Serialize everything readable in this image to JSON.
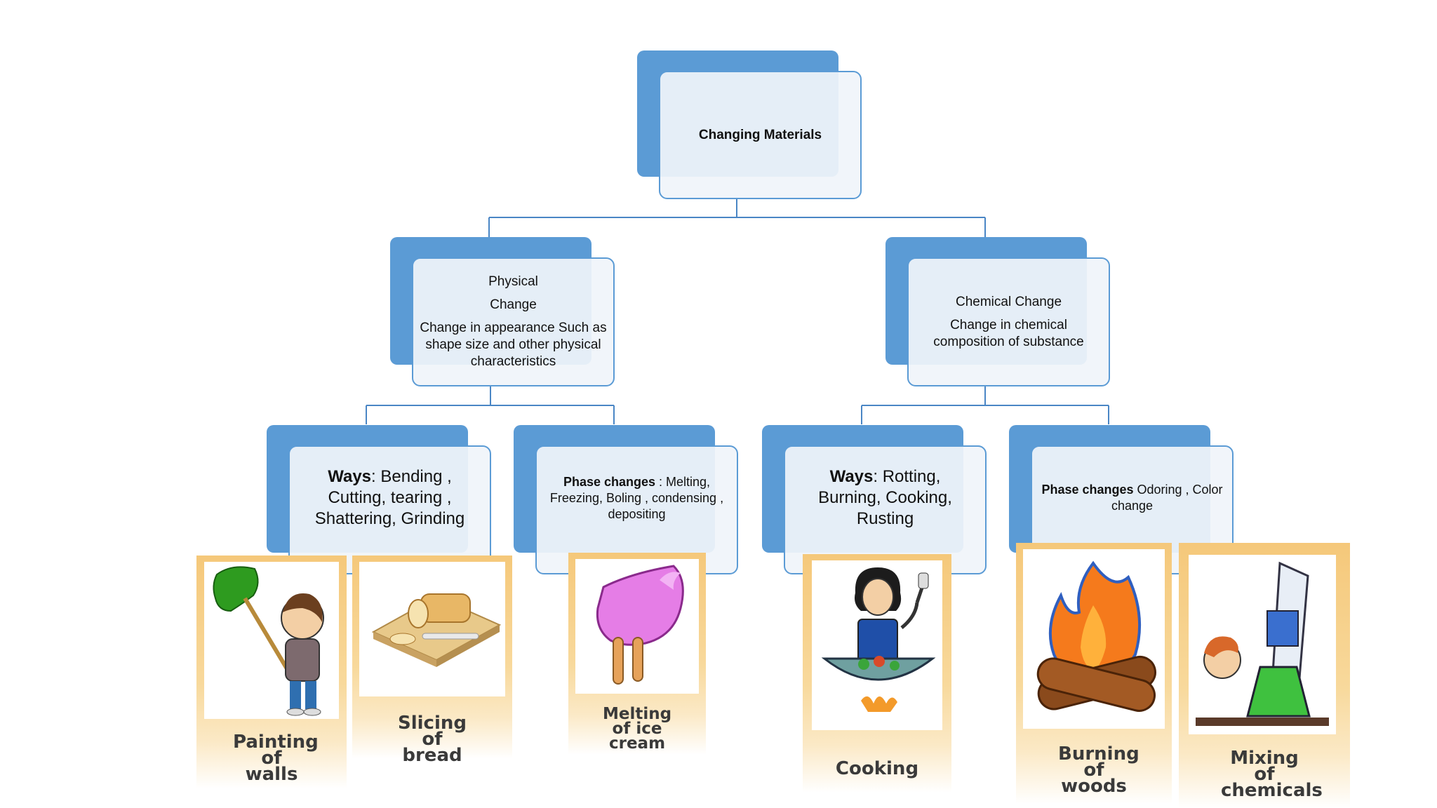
{
  "root": {
    "title": "Changing Materials"
  },
  "physical": {
    "line1": "Physical",
    "line2": "Change",
    "desc": "Change in appearance Such as shape size and other physical characteristics"
  },
  "chemical": {
    "line1": "Chemical Change",
    "desc": "Change in chemical composition of substance"
  },
  "phys_ways": {
    "label": "Ways",
    "text": ": Bending , Cutting, tearing , Shattering, Grinding"
  },
  "phys_phase": {
    "label": "Phase changes",
    "text": " : Melting, Freezing, Boling , condensing , depositing"
  },
  "chem_ways": {
    "label": "Ways",
    "text": ": Rotting, Burning, Cooking, Rusting"
  },
  "chem_phase": {
    "label": "Phase changes",
    "text": " Odoring , Color change"
  },
  "cards": [
    {
      "caption": "Painting of walls",
      "icon": "painting-walls-illustration"
    },
    {
      "caption": "Slicing of bread",
      "icon": "slicing-bread-illustration"
    },
    {
      "caption": "Melting of ice cream",
      "icon": "melting-ice-cream-illustration"
    },
    {
      "caption": "Cooking",
      "icon": "cooking-illustration"
    },
    {
      "caption": "Burning of woods",
      "icon": "burning-woods-illustration"
    },
    {
      "caption": "Mixing of chemicals",
      "icon": "mixing-chemicals-illustration"
    }
  ],
  "colors": {
    "accent": "#5b9bd5",
    "box_fill": "#f0f4fa",
    "connector": "#4a86c5"
  }
}
